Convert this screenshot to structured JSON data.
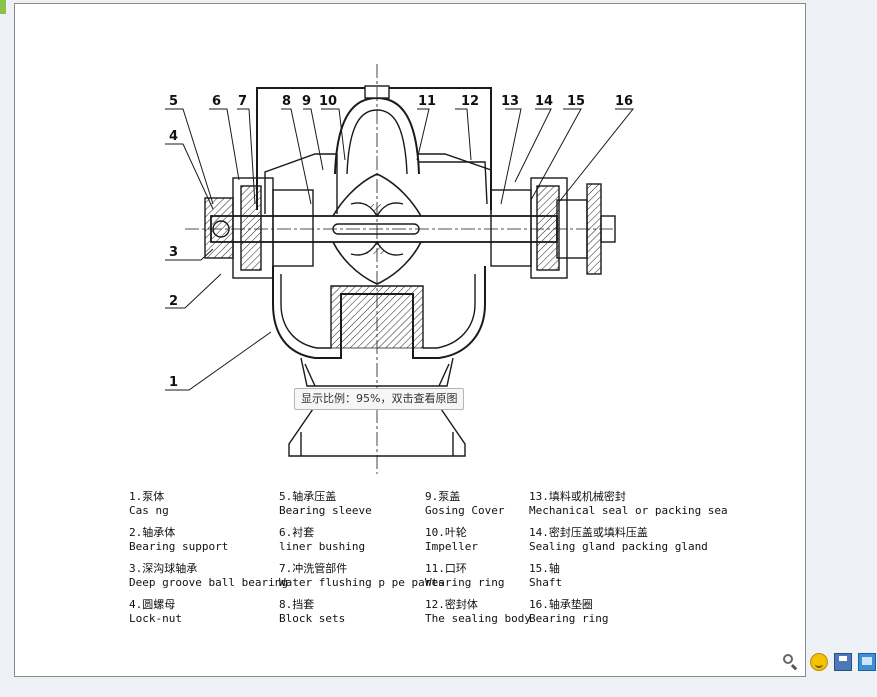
{
  "tooltip": {
    "text": "显示比例：95%，双击查看原图"
  },
  "callouts": [
    "1",
    "2",
    "3",
    "4",
    "5",
    "6",
    "7",
    "8",
    "9",
    "10",
    "11",
    "12",
    "13",
    "14",
    "15",
    "16"
  ],
  "legend": [
    {
      "zh": "1.泵体",
      "en": "Cas ng"
    },
    {
      "zh": "2.轴承体",
      "en": "Bearing support"
    },
    {
      "zh": "3.深沟球轴承",
      "en": "Deep groove ball bearing"
    },
    {
      "zh": "4.圆螺母",
      "en": "Lock-nut"
    },
    {
      "zh": "5.轴承压盖",
      "en": "Bearing sleeve"
    },
    {
      "zh": "6.衬套",
      "en": "liner bushing"
    },
    {
      "zh": "7.冲洗管部件",
      "en": "Water flushing p pe parts"
    },
    {
      "zh": "8.挡套",
      "en": "Block sets"
    },
    {
      "zh": "9.泵盖",
      "en": "Gosing Cover"
    },
    {
      "zh": "10.叶轮",
      "en": "Impeller"
    },
    {
      "zh": "11.口环",
      "en": "Wearing ring"
    },
    {
      "zh": "12.密封体",
      "en": "The sealing body"
    },
    {
      "zh": "13.填料或机械密封",
      "en": "Mechanical seal or packing sea"
    },
    {
      "zh": "14.密封压盖或填料压盖",
      "en": "Sealing gland packing gland"
    },
    {
      "zh": "15.轴",
      "en": "Shaft"
    },
    {
      "zh": "16.轴承垫圈",
      "en": "Bearing ring"
    }
  ],
  "colors": {
    "line": "#1a1a1a",
    "frame_border": "#8a8a8a",
    "background": "#eef1f5"
  },
  "toolbar_icons": [
    "zoom-icon",
    "smiley-icon",
    "save-icon",
    "monitor-icon"
  ]
}
